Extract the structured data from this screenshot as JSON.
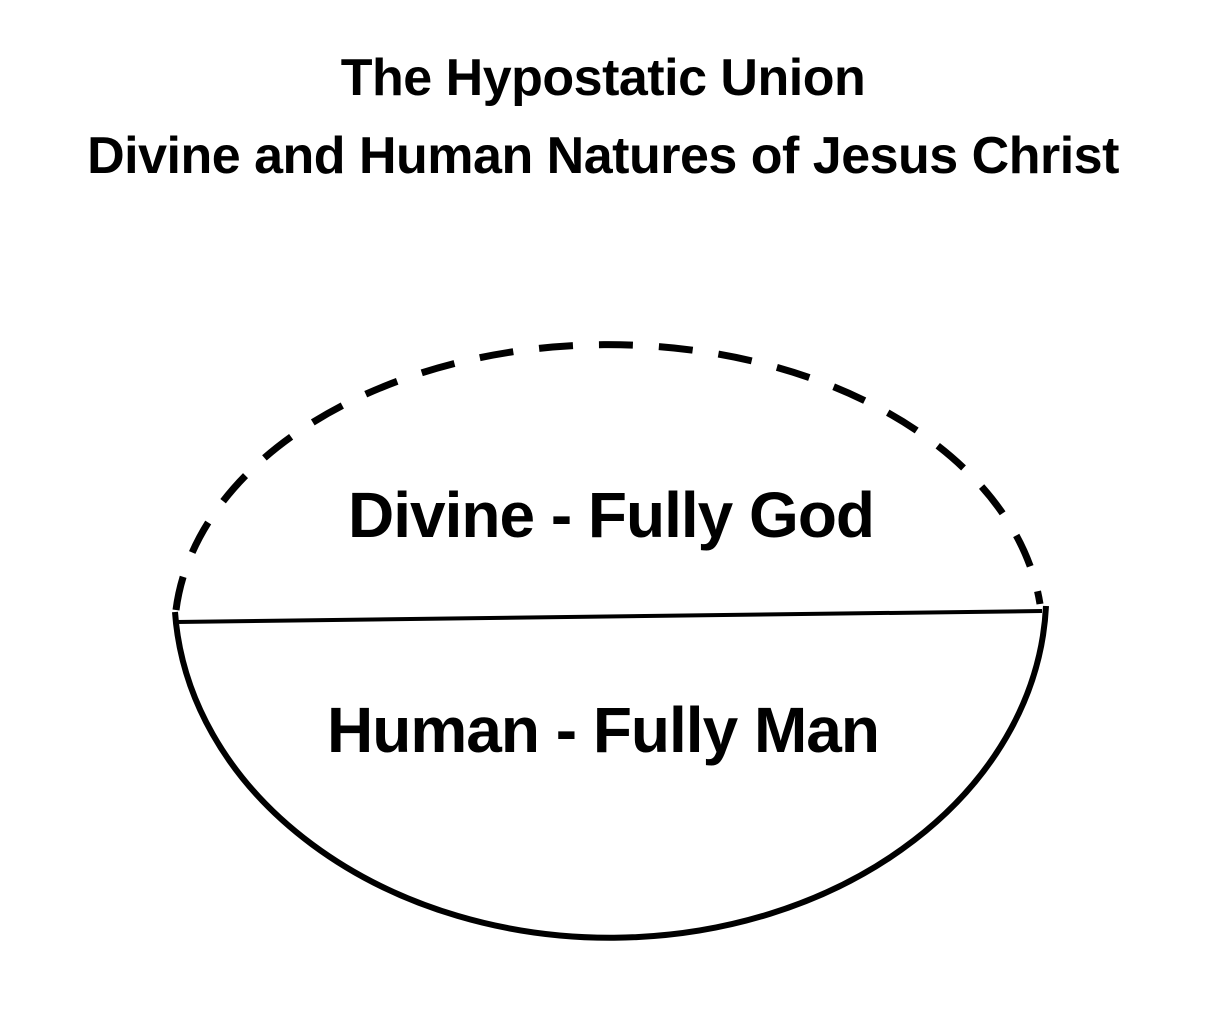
{
  "title": {
    "line1": "The Hypostatic Union",
    "line2": "Divine and Human Natures of Jesus Christ"
  },
  "diagram": {
    "upper_half": {
      "label": "Divine - Fully God",
      "stroke_style": "dashed"
    },
    "lower_half": {
      "label": "Human - Fully Man",
      "stroke_style": "solid"
    },
    "divider": "horizontal line separating the two natures",
    "colors": {
      "stroke": "#000000",
      "background": "#ffffff",
      "text": "#000000"
    }
  }
}
